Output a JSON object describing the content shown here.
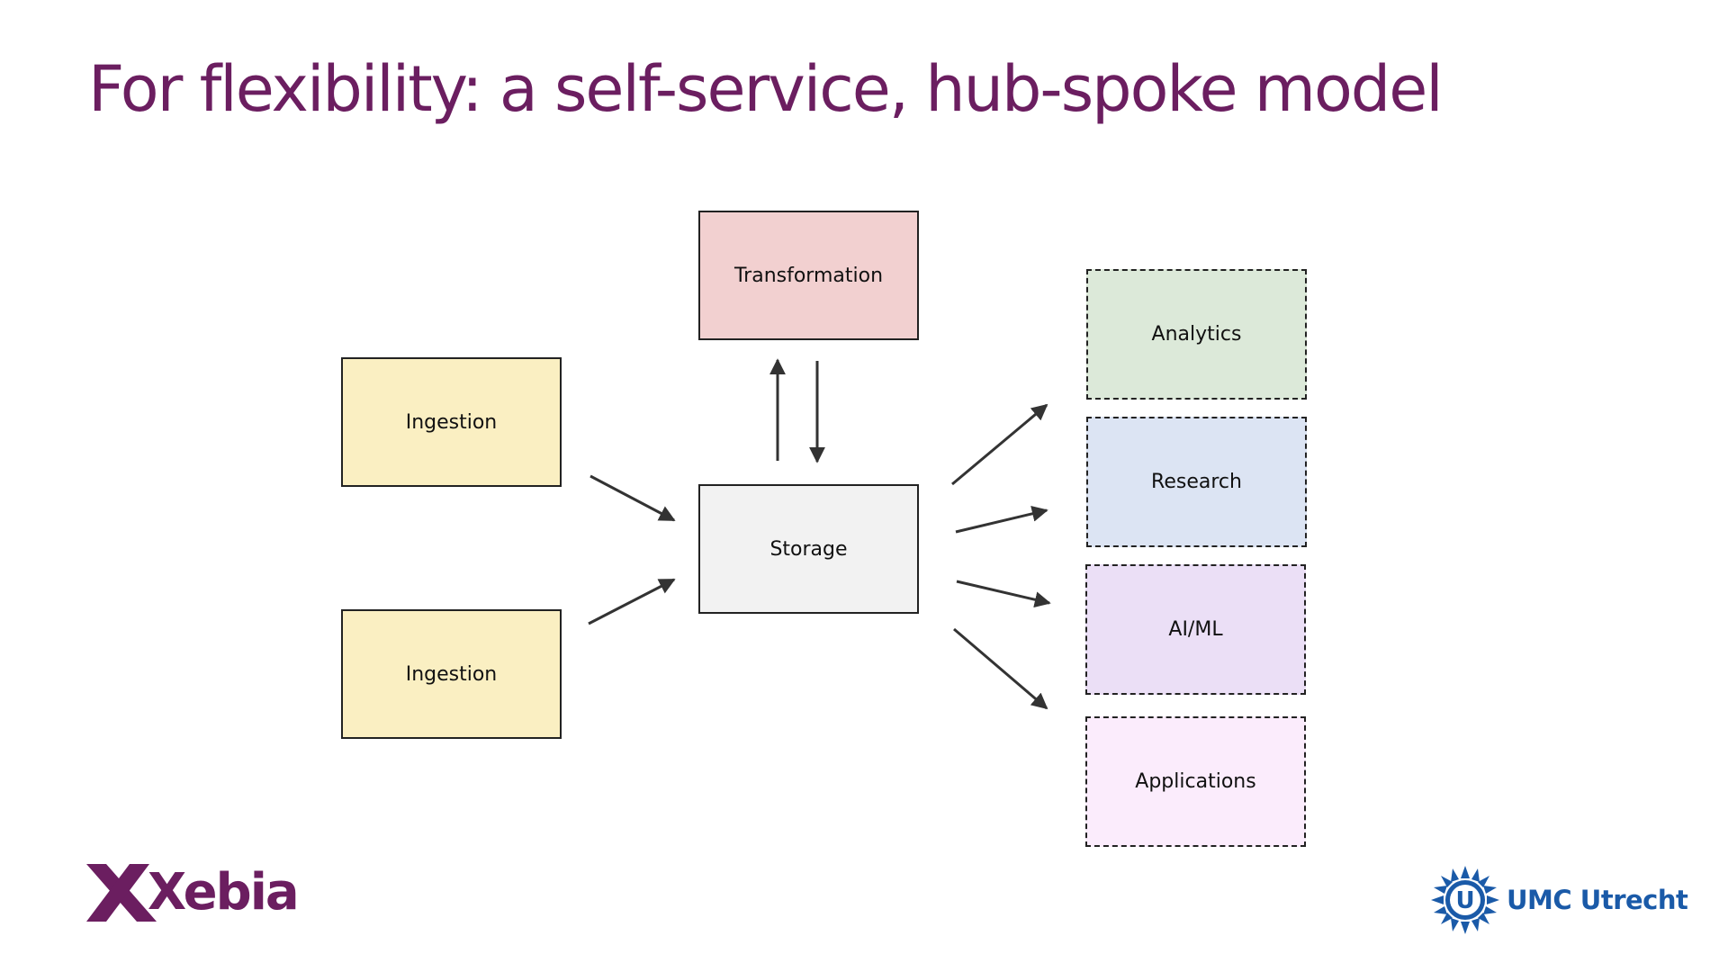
{
  "slide": {
    "title": "For flexibility: a self-service, hub-spoke model"
  },
  "diagram": {
    "nodes": {
      "ingestion_1": "Ingestion",
      "ingestion_2": "Ingestion",
      "transformation": "Transformation",
      "storage": "Storage",
      "analytics": "Analytics",
      "research": "Research",
      "aiml": "AI/ML",
      "applications": "Applications"
    },
    "colors": {
      "ingestion": "#faefc2",
      "transformation": "#f2d0d0",
      "storage": "#f2f2f2",
      "analytics": "#dce9d9",
      "research": "#dce4f3",
      "aiml": "#ebdff6",
      "applications": "#fbecfc",
      "title": "#6b1e60"
    },
    "edges": [
      {
        "from": "ingestion_1",
        "to": "storage"
      },
      {
        "from": "ingestion_2",
        "to": "storage"
      },
      {
        "from": "storage",
        "to": "transformation"
      },
      {
        "from": "transformation",
        "to": "storage"
      },
      {
        "from": "storage",
        "to": "analytics"
      },
      {
        "from": "storage",
        "to": "research"
      },
      {
        "from": "storage",
        "to": "aiml"
      },
      {
        "from": "storage",
        "to": "applications"
      }
    ]
  },
  "logos": {
    "left": "Xebia",
    "right": "UMC Utrecht",
    "right_icon": "umc-sun-icon",
    "right_icon_letter": "U"
  }
}
